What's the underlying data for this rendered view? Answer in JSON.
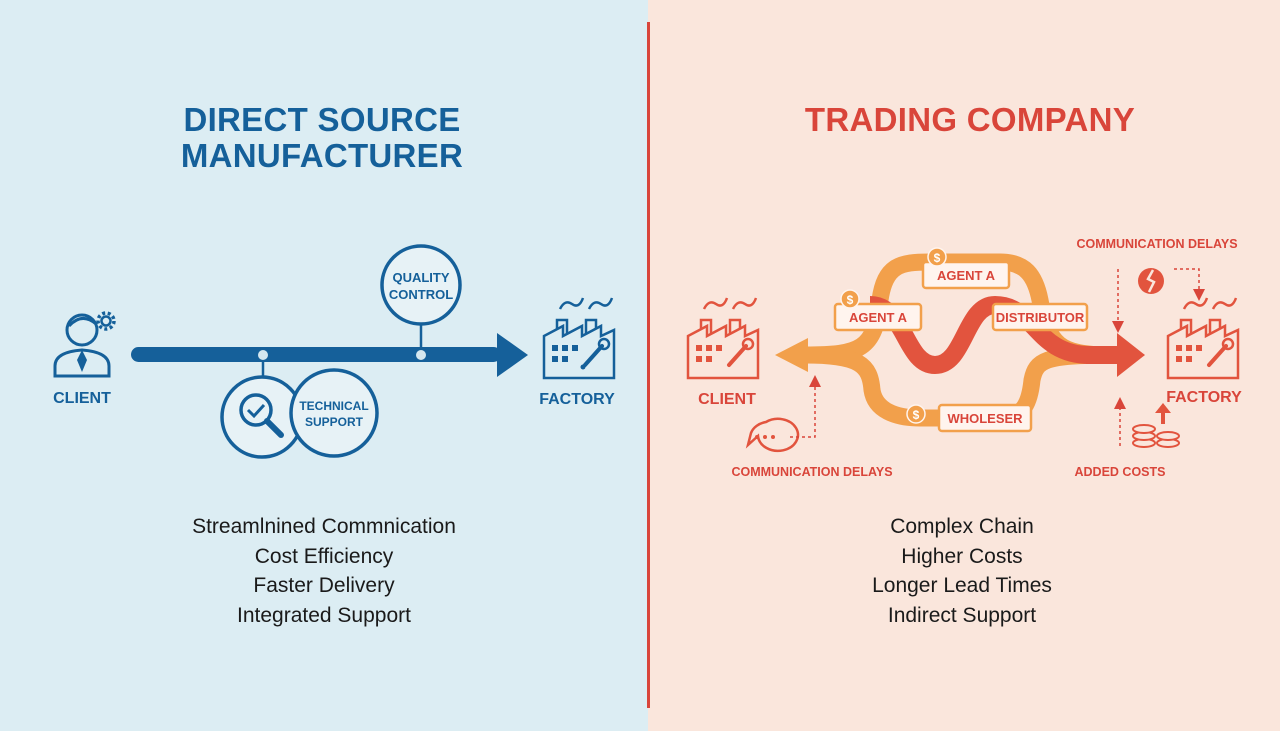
{
  "colors": {
    "left_bg": "#dcedf3",
    "right_bg": "#fae6dc",
    "blue": "#15609a",
    "red": "#d9453a",
    "orange": "#f2a04b"
  },
  "direct": {
    "title_line1": "DIRECT SOURCE",
    "title_line2": "MANUFACTURER",
    "client_label": "CLIENT",
    "factory_label": "FACTORY",
    "quality_line1": "QUALITY",
    "quality_line2": "CONTROL",
    "tech_line1": "TECHNICAL",
    "tech_line2": "SUPPORT",
    "benefits": [
      "Streamlnined Commnication",
      "Cost Efficiency",
      "Faster Delivery",
      "Integrated Support"
    ]
  },
  "trading": {
    "title": "TRADING COMPANY",
    "client_label": "CLIENT",
    "factory_label": "FACTORY",
    "agent_top": "AGENT A",
    "agent_left": "AGENT A",
    "distributor": "DISTRIBUTOR",
    "wholeser": "WHOLESER",
    "comm_delays_top": "COMMUNICATION DELAYS",
    "comm_delays_bottom": "COMMUNICATION DELAYS",
    "added_costs": "ADDED COSTS",
    "dollar": "$",
    "drawbacks": [
      "Complex Chain",
      "Higher Costs",
      "Longer Lead Times",
      "Indirect Support"
    ]
  },
  "icons": {
    "client_direct": "person-gear-icon",
    "factory_direct": "factory-icon",
    "magnifier": "magnifier-check-icon",
    "factory_trading": "factory-icon",
    "speech": "speech-bubble-icon",
    "broken": "broken-link-icon",
    "coins": "coin-stack-icon"
  }
}
